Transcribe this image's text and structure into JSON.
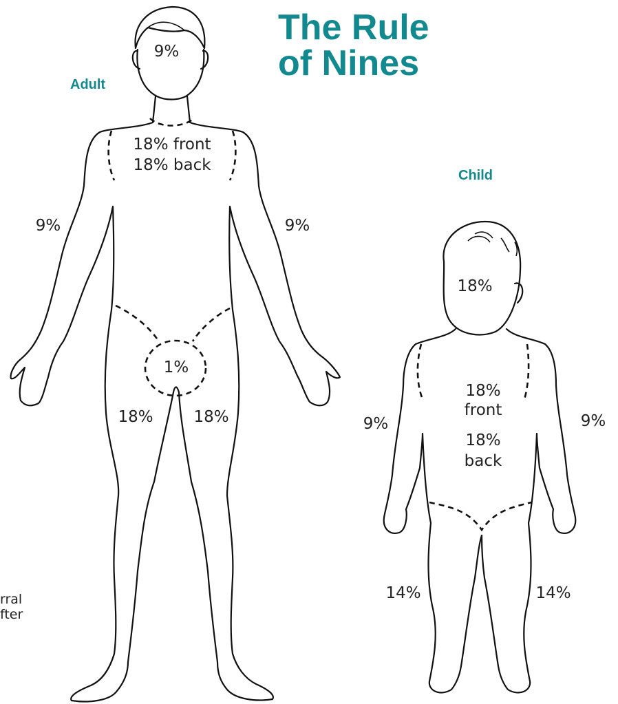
{
  "title": {
    "line1": "The Rule",
    "line2": "of Nines"
  },
  "colors": {
    "accent": "#12888f",
    "text": "#222222",
    "line": "#111111"
  },
  "adult": {
    "heading": "Adult",
    "head": "9%",
    "torso_front": "18% front",
    "torso_back": "18% back",
    "left_arm": "9%",
    "right_arm": "9%",
    "genitals": "1%",
    "left_leg": "18%",
    "right_leg": "18%"
  },
  "child": {
    "heading": "Child",
    "head": "18%",
    "torso_front_value": "18%",
    "torso_front_word": "front",
    "torso_back_value": "18%",
    "torso_back_word": "back",
    "left_arm": "9%",
    "right_arm": "9%",
    "left_leg": "14%",
    "right_leg": "14%"
  },
  "cut_off_text": {
    "line1": "rral",
    "line2": "fter"
  }
}
